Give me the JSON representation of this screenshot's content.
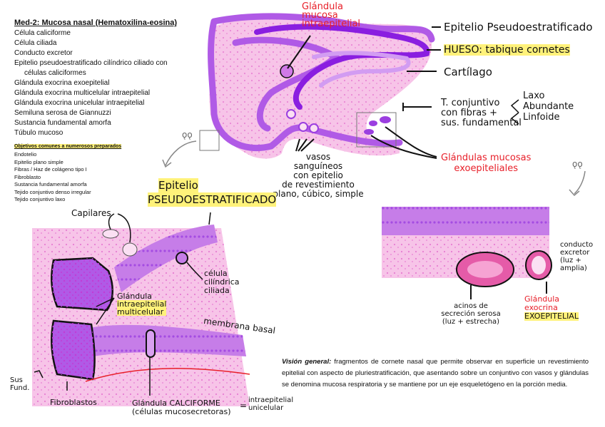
{
  "header": {
    "title": "Med-2: Mucosa nasal (Hematoxilina-eosina)"
  },
  "structures": [
    "Célula caliciforme",
    "Célula ciliada",
    "Conducto excretor",
    "Epitelio pseudoestratificado cilíndrico ciliado con",
    "células caliciformes",
    "Glándula exocrina exoepitelial",
    "Glándula exocrina multicelular intraepitelial",
    "Glándula exocrina unicelular intraepitelial",
    "Semiluna serosa de Giannuzzi",
    "Sustancia fundamental amorfa",
    "Túbulo mucoso"
  ],
  "common": {
    "title": "Objetivos comunes a numerosos preparados",
    "items": [
      "Endotelio",
      "Epitelio plano simple",
      "Fibras / Haz de colágeno tipo I",
      "Fibroblasto",
      "Sustancia fundamental amorfa",
      "Tejido conjuntivo denso irregular",
      "Tejido conjuntivo laxo"
    ]
  },
  "overview_labels": {
    "gland_intra_1": "Glándula",
    "gland_intra_2": "mucosa",
    "gland_intra_3": "intraepitelial",
    "epitelio": "Epitelio Pseudoestratificado",
    "hueso": "HUESO: tabique cornetes",
    "cartilago": "Cartílago",
    "tc_1": "T. conjuntivo",
    "tc_2": "con fibras +",
    "tc_3": "sus. fundamental",
    "laxo": "Laxo",
    "abundante": "Abundante",
    "linfoide": "Linfoide",
    "gland_exo_1": "Glándulas mucosas",
    "gland_exo_2": "exoepiteliales",
    "vasos_1": "vasos",
    "vasos_2": "sanguíneos",
    "vasos_3": "con epitelio",
    "vasos_4": "de revestimiento",
    "vasos_5": "plano, cúbico, simple"
  },
  "zoom_left": {
    "title_1": "Epitelio",
    "title_2": "PSEUDOESTRATIFICADO",
    "capilares": "Capilares",
    "celula_1": "célula",
    "celula_2": "cilíndrica",
    "celula_3": "ciliada",
    "gland_1": "Glándula",
    "gland_2": "intraepitelial",
    "gland_3": "multicelular",
    "membrana": "membrana basal",
    "sus_1": "Sus",
    "sus_2": "Fund.",
    "fibroblastos": "Fibroblastos",
    "calic_1": "Glándula CALCIFORME",
    "calic_2": "(células mucosecretoras)",
    "calic_eq": "=",
    "calic_3": "intraepitelial",
    "calic_4": "unicelular"
  },
  "zoom_right": {
    "conducto_1": "conducto",
    "conducto_2": "excretor",
    "conducto_3": "(luz +",
    "conducto_4": "amplia)",
    "acinos_1": "acinos de",
    "acinos_2": "secreción serosa",
    "acinos_3": "(luz + estrecha)",
    "gland_1": "Glándula",
    "gland_2": "exocrina",
    "gland_3": "EXOEPITELIAL"
  },
  "vision": {
    "label": "Visión general:",
    "text": "fragmentos de cornete nasal que permite observar en superficie un revestimiento epitelial con aspecto de pluriestratificación, que asentando sobre un conjuntivo con vasos y glándulas se denomina mucosa respiratoria y se mantiene por un eje esqueletógeno en la porción media."
  },
  "colors": {
    "red_labels": "#e8202a",
    "highlight": "#fff27a",
    "purple_epithelium": "#b05ae6",
    "pink_connective": "#f7c4e8",
    "bone_purple": "#8a1ee0"
  }
}
